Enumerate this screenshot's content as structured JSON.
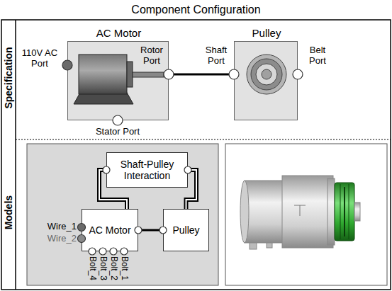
{
  "diagram": {
    "title": "Component Configuration",
    "nodes": [
      {
        "text": [
          "AC Motor"
        ]
      },
      {
        "text": [
          "Pulley"
        ]
      },
      {
        "text": [
          "Shaft-Pulley Interaction"
        ]
      },
      {
        "text": [
          "AC Motor"
        ]
      },
      {
        "text": [
          "Pulley"
        ]
      }
    ],
    "edges": [
      {
        "from": 0,
        "to": 1,
        "arrow": "none"
      },
      {
        "from": 3,
        "to": 2,
        "arrow": "none"
      },
      {
        "from": 2,
        "to": 4,
        "arrow": "none"
      },
      {
        "from": 3,
        "to": 4,
        "arrow": "none"
      }
    ],
    "labels": [
      "Specification",
      "110V AC Port",
      "Rotor Port",
      "Shaft Port",
      "Belt Port",
      "Stator Port",
      "Models",
      "Wire_1",
      "Wire_2",
      "Bolt_4",
      "Bolt_3",
      "Bolt_2",
      "Bolt_1"
    ]
  }
}
